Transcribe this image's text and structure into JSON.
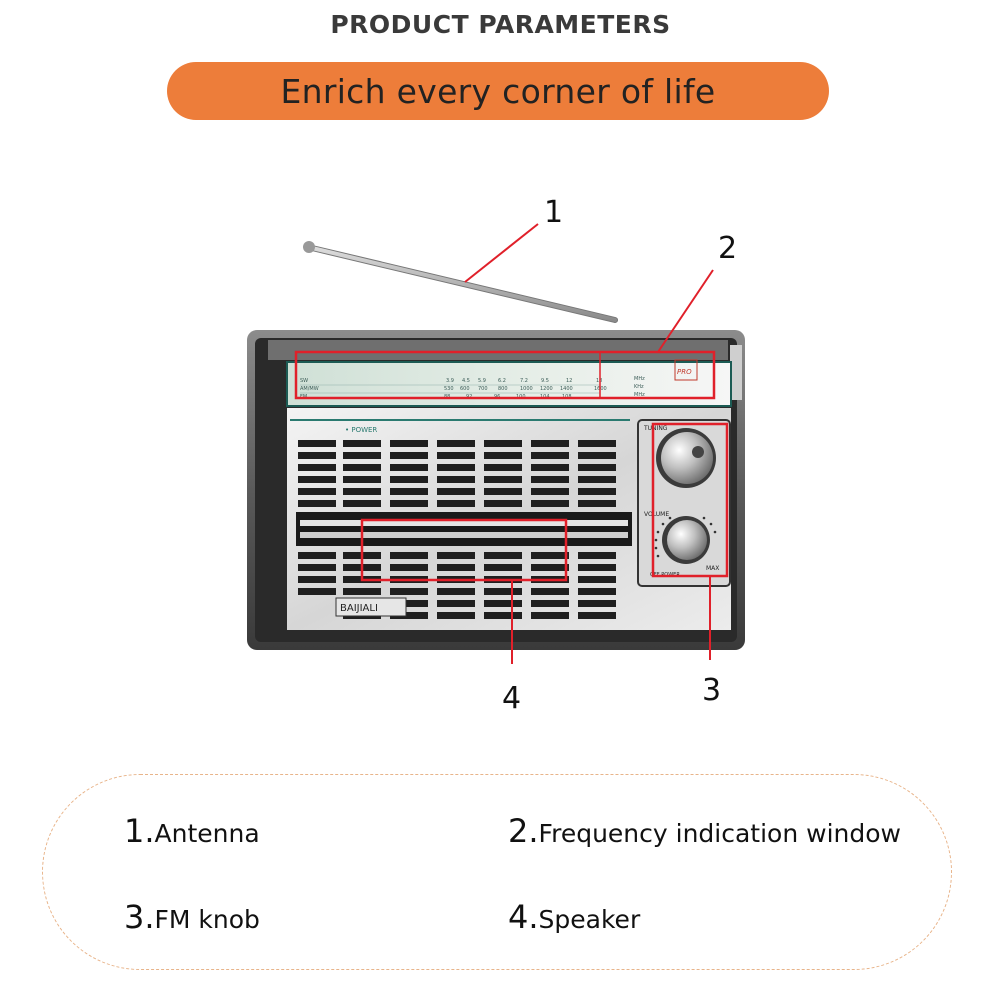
{
  "header": {
    "title": "PRODUCT PARAMETERS",
    "banner": "Enrich every corner of life"
  },
  "radio": {
    "brand": "BAIJIALI",
    "power_label": "• POWER",
    "tuning_label": "TUNING",
    "volume_label": "VOLUME",
    "off_power_label": "OFF POWER",
    "max_label": "MAX",
    "badge": "PRO",
    "dial_rows": [
      {
        "band": "SW",
        "values": [
          "3.9",
          "4.5",
          "5.9",
          "6.2",
          "7.2",
          "9.5",
          "12",
          "18"
        ],
        "unit": "MHz"
      },
      {
        "band": "AM/MW",
        "values": [
          "530",
          "600",
          "700",
          "800",
          "1000",
          "1200",
          "1400",
          "1600"
        ],
        "unit": "KHz"
      },
      {
        "band": "FM",
        "values": [
          "88",
          "92",
          "96",
          "100",
          "104",
          "108"
        ],
        "unit": "MHz"
      }
    ]
  },
  "callouts": [
    {
      "id": "1",
      "label": "1"
    },
    {
      "id": "2",
      "label": "2"
    },
    {
      "id": "3",
      "label": "3"
    },
    {
      "id": "4",
      "label": "4"
    }
  ],
  "legend": [
    {
      "num": "1.",
      "text": "Antenna"
    },
    {
      "num": "2.",
      "text": "Frequency indication window"
    },
    {
      "num": "3.",
      "text": "FM knob"
    },
    {
      "num": "4.",
      "text": "Speaker"
    }
  ],
  "colors": {
    "accent": "#ed7d3a",
    "highlight": "#e0202a",
    "dashed_border": "#e8b48a"
  }
}
